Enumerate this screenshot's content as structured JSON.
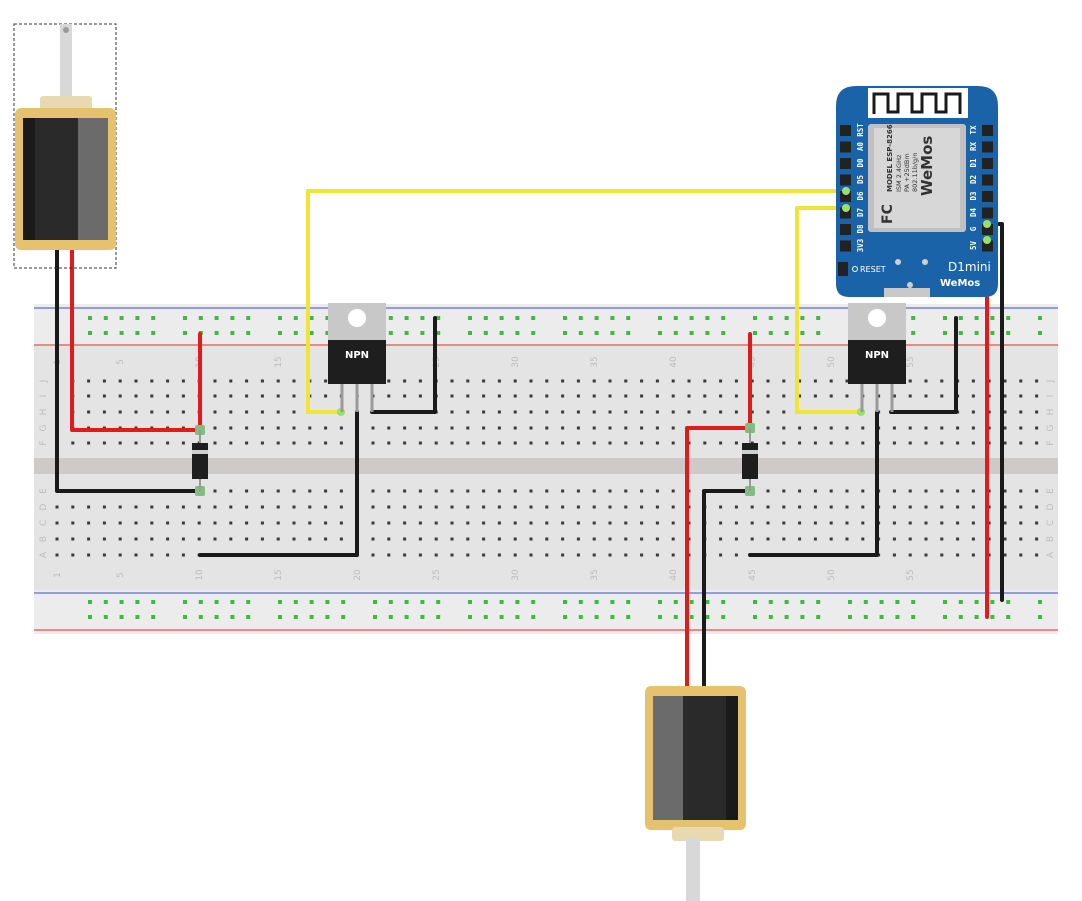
{
  "breadboard": {
    "column_numbers": [
      "1",
      "5",
      "10",
      "15",
      "20",
      "25",
      "30",
      "35",
      "40",
      "45",
      "50",
      "55"
    ],
    "row_letters_top": [
      "J",
      "I",
      "H",
      "G",
      "F"
    ],
    "row_letters_bottom": [
      "E",
      "D",
      "C",
      "B",
      "A"
    ]
  },
  "transistors": [
    {
      "label": "NPN"
    },
    {
      "label": "NPN"
    }
  ],
  "board": {
    "brand": "WeMos",
    "model_line": "MODEL ESP-8266",
    "spec_lines": [
      "ISM 2.4GHz",
      "PA +25dBm",
      "802.11b/g/n"
    ],
    "name": "D1mini",
    "reset_label": "RESET",
    "fc_mark": "FC",
    "left_pins": [
      "RST",
      "A0",
      "D0",
      "D5",
      "D6",
      "D7",
      "D8",
      "3V3"
    ],
    "right_pins": [
      "TX",
      "RX",
      "D1",
      "D2",
      "D3",
      "D4",
      "G",
      "5V"
    ]
  },
  "colors": {
    "board_blue": "#1b63a8",
    "wire_red": "#e01b1b",
    "wire_black": "#1a1a1a",
    "wire_yellow": "#f0e436",
    "solenoid_gold": "#e6c26e"
  }
}
